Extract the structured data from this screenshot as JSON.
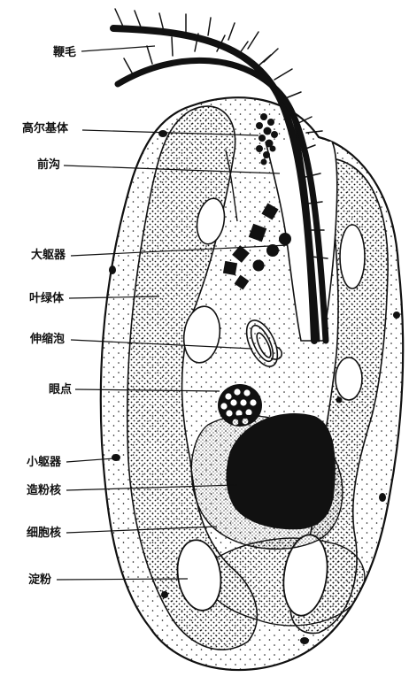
{
  "diagram": {
    "labels": {
      "flagellum": "鞭毛",
      "golgi": "高尔基体",
      "anterior_groove": "前沟",
      "large_vacuole": "大躯器",
      "chloroplast": "叶绿体",
      "contractile_vacuole": "伸缩泡",
      "eyespot": "眼点",
      "small_vacuole": "小躯器",
      "pyrenoid": "造粉核",
      "nucleus": "细胞核",
      "starch": "淀粉"
    },
    "colors": {
      "ink": "#111111",
      "paper": "#ffffff"
    }
  }
}
